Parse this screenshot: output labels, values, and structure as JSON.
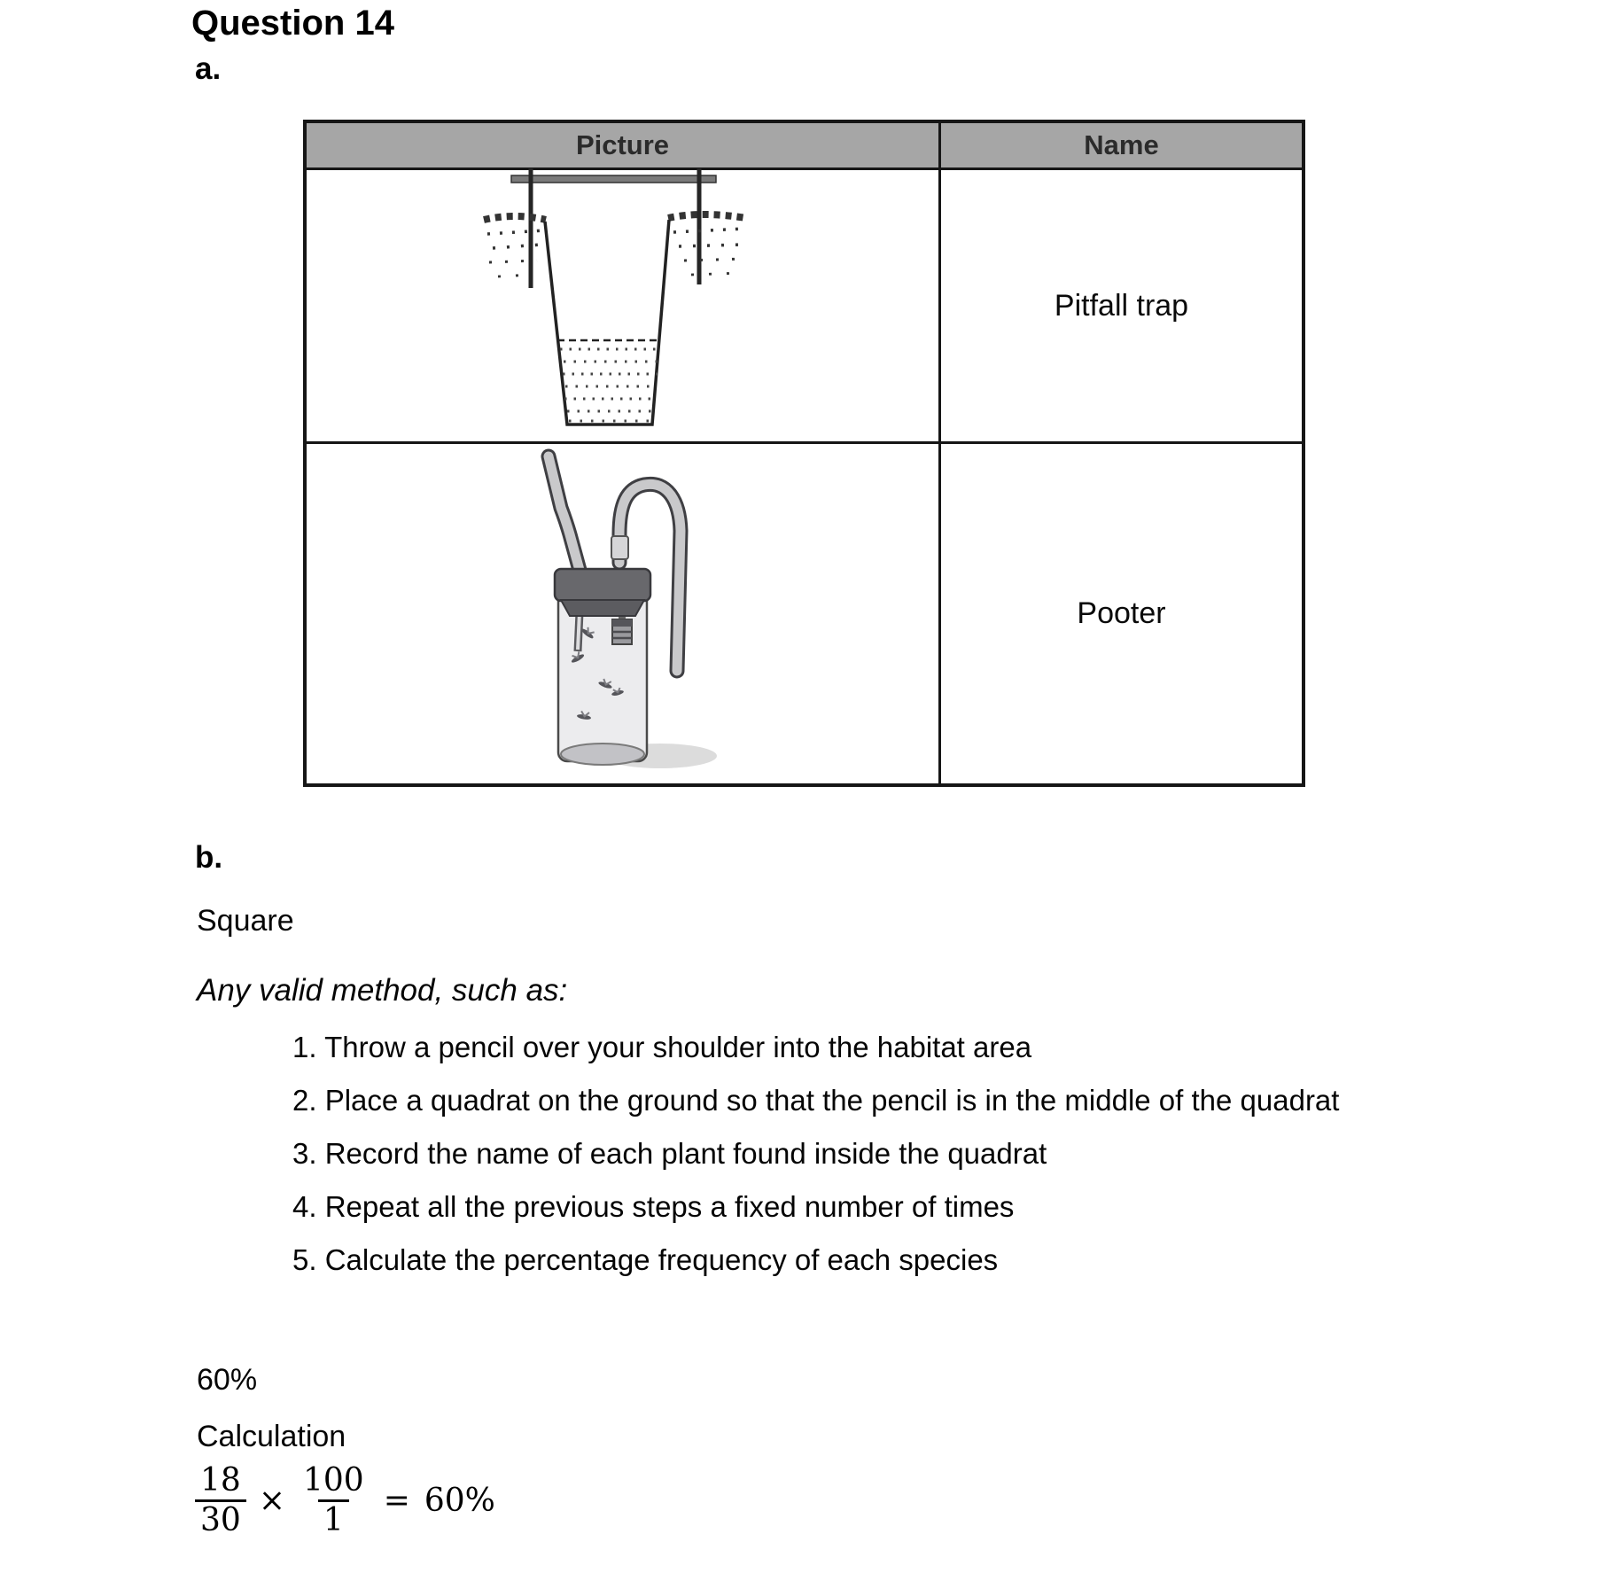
{
  "document": {
    "title": "Question 14",
    "part_a_label": "a.",
    "part_b_label": "b."
  },
  "table": {
    "headers": {
      "picture": "Picture",
      "name": "Name"
    },
    "rows": [
      {
        "picture": "pitfall-trap-illustration",
        "name": "Pitfall trap"
      },
      {
        "picture": "pooter-illustration",
        "name": "Pooter"
      }
    ]
  },
  "part_b": {
    "shape_answer": "Square",
    "method_intro": "Any valid method, such as:",
    "steps": [
      "1. Throw a pencil over your shoulder into the habitat area",
      "2. Place a quadrat on the ground so that the pencil is in the middle of the quadrat",
      "3. Record the name of each plant found inside the quadrat",
      "4. Repeat all the previous steps a fixed number of times",
      "5. Calculate the percentage frequency of each species"
    ],
    "percentage_answer": "60%",
    "calculation_label": "Calculation",
    "formula": {
      "num1": "18",
      "den1": "30",
      "multiply": "×",
      "num2": "100",
      "den2": "1",
      "equals": "=",
      "result": "60%"
    }
  },
  "colors": {
    "header_background": "#a6a6a6",
    "table_border": "#161616",
    "text": "#000000"
  }
}
